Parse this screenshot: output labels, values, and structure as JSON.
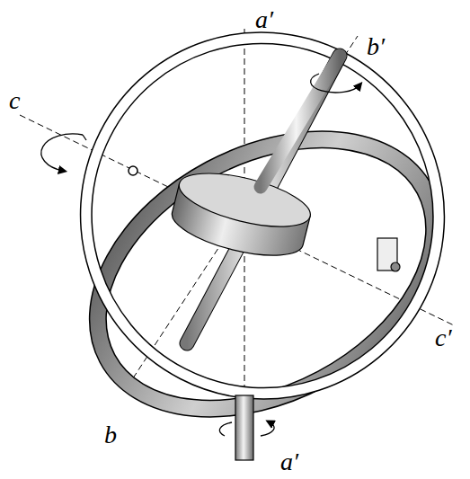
{
  "diagram": {
    "labels": [
      "a′",
      "b′",
      "c",
      "c′",
      "b",
      "a′"
    ]
  }
}
